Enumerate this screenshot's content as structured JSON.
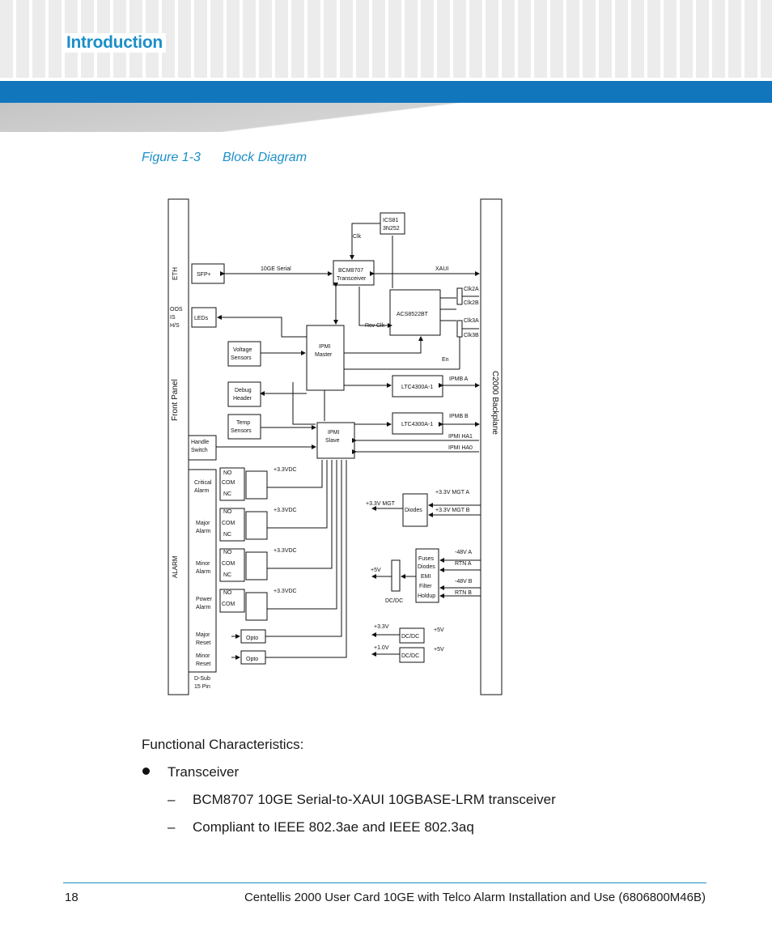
{
  "header": {
    "section_title": "Introduction"
  },
  "figure": {
    "number": "Figure 1-3",
    "title": "Block Diagram"
  },
  "diagram": {
    "front_panel": "Front Panel",
    "backplane": "C2000 Backplane",
    "eth": "ETH",
    "alarm": "ALARM",
    "oos": "OOS",
    "is": "IS",
    "hs": "H/S",
    "sfp": "SFP+",
    "leds": "LEDs",
    "serial": "10GE Serial",
    "bcm1": "BCM8707",
    "bcm2": "Transceiver",
    "ics1": "ICS81",
    "ics2": "3N252",
    "clk": "Clk",
    "xaui": "XAUI",
    "acs": "ACS8522BT",
    "rcvclk": "Rcv Clk",
    "en": "En",
    "clk2a": "Clk2A",
    "clk2b": "Clk2B",
    "clk3a": "Clk3A",
    "clk3b": "Clk3B",
    "voltage1": "Voltage",
    "voltage2": "Sensors",
    "ipmim1": "IPMI",
    "ipmim2": "Master",
    "debug1": "Debug",
    "debug2": "Header",
    "temp1": "Temp",
    "temp2": "Sensors",
    "ltc": "LTC4300A-1",
    "ipmba": "IPMB A",
    "ipmbb": "IPMB B",
    "handle1": "Handle",
    "handle2": "Switch",
    "ipmis1": "IPMI",
    "ipmis2": "Slave",
    "ha1": "IPMI HA1",
    "ha0": "IPMI HA0",
    "no": "NO",
    "com": "COM",
    "nc": "NC",
    "v33dc": "+3.3VDC",
    "crit1": "Critical",
    "crit2": "Alarm",
    "major1": "Major",
    "major2": "Alarm",
    "minor1": "Minor",
    "minor2": "Alarm",
    "power1": "Power",
    "power2": "Alarm",
    "mreset1": "Major",
    "mreset2": "Reset",
    "nreset1": "Minor",
    "nreset2": "Reset",
    "opto": "Opto",
    "dsub1": "D-Sub",
    "dsub2": "15 Pin",
    "mgta": "+3.3V MGT A",
    "mgtb": "+3.3V MGT B",
    "mgt": "+3.3V MGT",
    "diodes": "Diodes",
    "fuses": "Fuses",
    "emi": "EMI",
    "filter": "Filter",
    "holdup": "Holdup",
    "n48a": "-48V A",
    "rtna": "RTN A",
    "n48b": "-48V B",
    "rtnb": "RTN B",
    "p5v": "+5V",
    "dcdc": "DC/DC",
    "dcdc2": "DC/DC",
    "p33": "+3.3V",
    "p10": "+1.0V"
  },
  "body": {
    "functional": "Functional Characteristics:",
    "bullet": "Transceiver",
    "sub1": "BCM8707 10GE Serial-to-XAUI 10GBASE-LRM transceiver",
    "sub2": "Compliant to IEEE 802.3ae and IEEE 802.3aq",
    "dash": "–"
  },
  "footer": {
    "page": "18",
    "doc": "Centellis 2000 User Card 10GE with Telco Alarm Installation and Use (6806800M46B)"
  }
}
